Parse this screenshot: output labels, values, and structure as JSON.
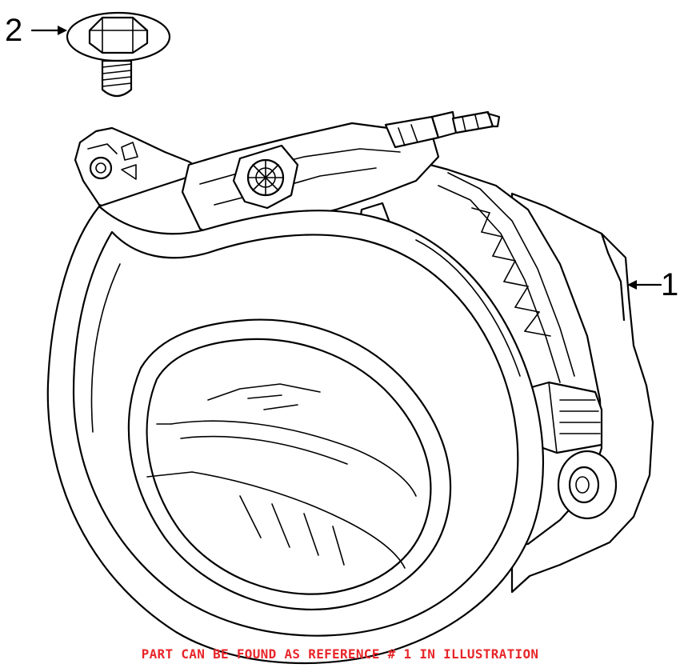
{
  "callouts": [
    {
      "number": "1",
      "part": "fog-lamp-assembly"
    },
    {
      "number": "2",
      "part": "flange-screw"
    }
  ],
  "footer_note": "PART CAN BE FOUND AS REFERENCE # 1 IN ILLUSTRATION",
  "colors": {
    "line": "#000000",
    "background": "#ffffff",
    "note": "#e8262a"
  }
}
